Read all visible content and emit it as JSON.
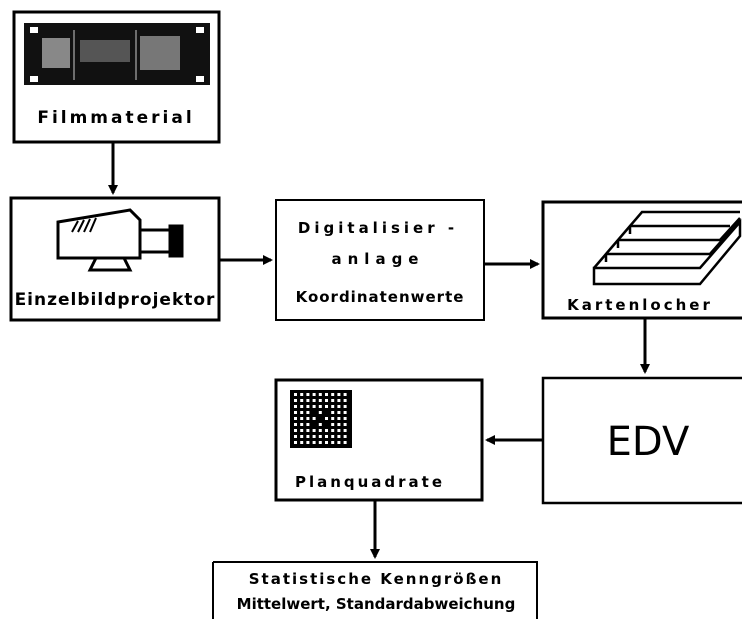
{
  "boxes": {
    "filmmaterial": "Filmmaterial",
    "projector": "Einzelbildprojektor",
    "digitizer_line1": "Digitalisier -",
    "digitizer_line2": "anlage",
    "digitizer_line3": "Koordinatenwerte",
    "cardpunch": "Kartenlocher",
    "edv": "EDV",
    "grid": "Planquadrate",
    "stats_line1": "Statistische Kenngrößen",
    "stats_line2": "Mittelwert, Standardabweichung"
  }
}
